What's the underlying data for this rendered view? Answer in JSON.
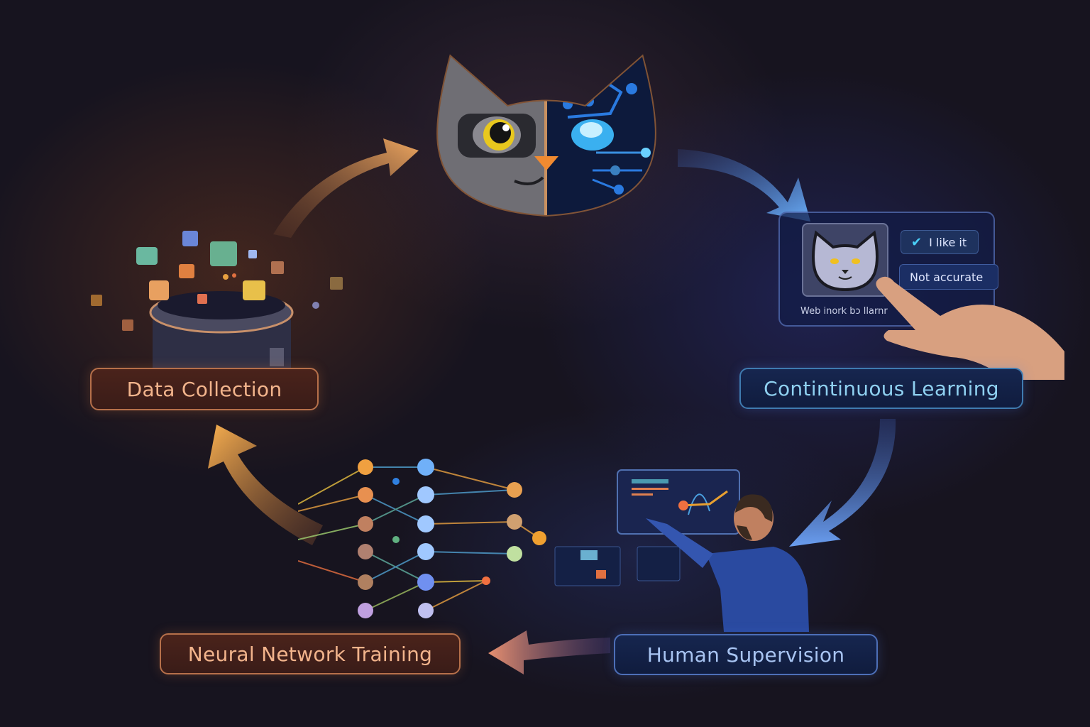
{
  "diagram": {
    "type": "cycle",
    "center_logo": {
      "name": "half-cat half-circuit mascot",
      "left_half": "gray cartoon cat with glasses and yellow eye",
      "right_half": "dark blue circuit-board cat with glowing cyan eye"
    },
    "stages": [
      {
        "id": "data-collection",
        "label": "Data Collection",
        "color": "#f2b48c",
        "illustration": "server canister with floating data icons"
      },
      {
        "id": "continuous-learning",
        "label": "Contintinuous Learning",
        "color": "#8fd0f0",
        "illustration": "feedback card with hand tapping"
      },
      {
        "id": "human-supervision",
        "label": "Human Supervision",
        "color": "#a8c4f2",
        "illustration": "man pointing at dashboard screens"
      },
      {
        "id": "neural-network-training",
        "label": "Neural Network Training",
        "color": "#f2b48c",
        "illustration": "glowing neural network nodes"
      }
    ],
    "flow": [
      "data-collection -> center_logo",
      "center_logo -> continuous-learning",
      "continuous-learning -> human-supervision",
      "human-supervision -> neural-network-training",
      "neural-network-training -> data-collection"
    ],
    "colors": {
      "warm_arrow": "#f0a050",
      "cool_arrow": "#5f9cf0",
      "background": "#17141f"
    }
  },
  "feedback_card": {
    "like_label": "I like it",
    "like_icon": "check-icon",
    "dislike_label": "Not accurate",
    "caption": "Web inork bɔ llarnr"
  }
}
